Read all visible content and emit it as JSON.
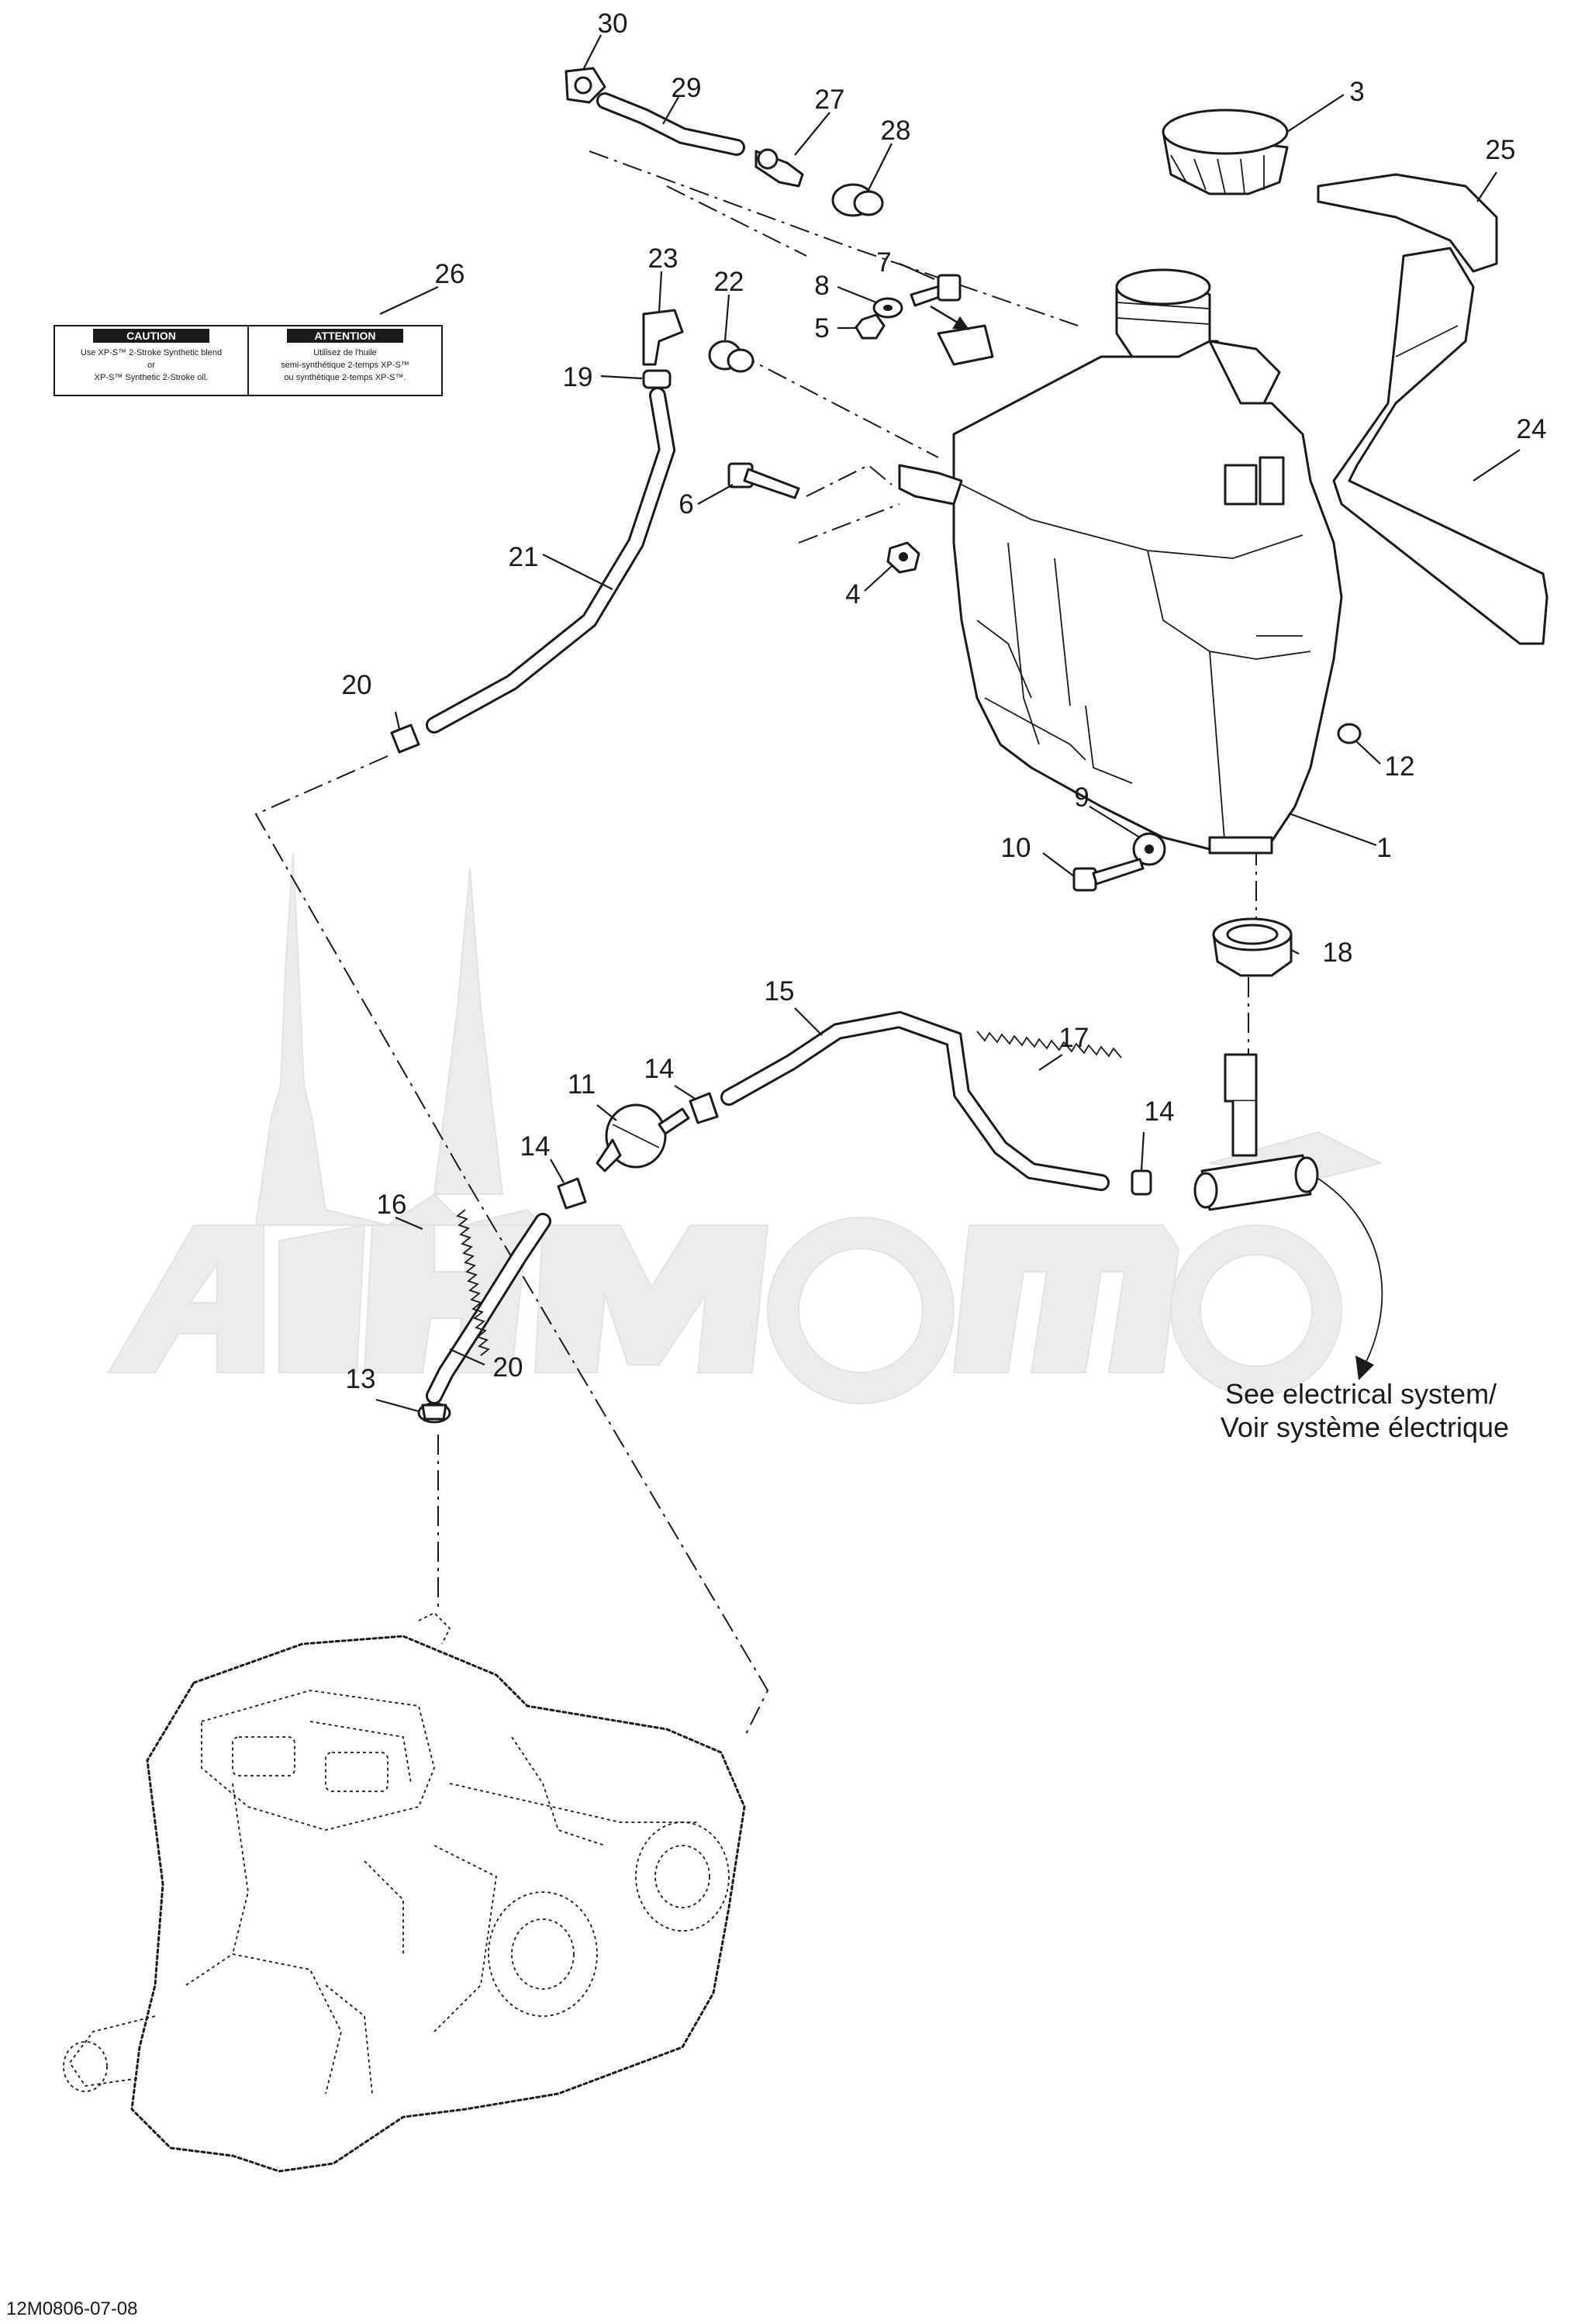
{
  "diagram": {
    "callouts": [
      {
        "id": "p1",
        "label": "1"
      },
      {
        "id": "p3",
        "label": "3"
      },
      {
        "id": "p4",
        "label": "4"
      },
      {
        "id": "p5",
        "label": "5"
      },
      {
        "id": "p6",
        "label": "6"
      },
      {
        "id": "p7",
        "label": "7"
      },
      {
        "id": "p8",
        "label": "8"
      },
      {
        "id": "p9",
        "label": "9"
      },
      {
        "id": "p10",
        "label": "10"
      },
      {
        "id": "p11",
        "label": "11"
      },
      {
        "id": "p12",
        "label": "12"
      },
      {
        "id": "p13",
        "label": "13"
      },
      {
        "id": "p14a",
        "label": "14"
      },
      {
        "id": "p14b",
        "label": "14"
      },
      {
        "id": "p14c",
        "label": "14"
      },
      {
        "id": "p15",
        "label": "15"
      },
      {
        "id": "p16",
        "label": "16"
      },
      {
        "id": "p17",
        "label": "17"
      },
      {
        "id": "p18",
        "label": "18"
      },
      {
        "id": "p19",
        "label": "19"
      },
      {
        "id": "p20a",
        "label": "20"
      },
      {
        "id": "p20b",
        "label": "20"
      },
      {
        "id": "p21",
        "label": "21"
      },
      {
        "id": "p22",
        "label": "22"
      },
      {
        "id": "p23",
        "label": "23"
      },
      {
        "id": "p24",
        "label": "24"
      },
      {
        "id": "p25",
        "label": "25"
      },
      {
        "id": "p26",
        "label": "26"
      },
      {
        "id": "p27",
        "label": "27"
      },
      {
        "id": "p28",
        "label": "28"
      },
      {
        "id": "p29",
        "label": "29"
      },
      {
        "id": "p30",
        "label": "30"
      }
    ],
    "note": {
      "line1": "See electrical system/",
      "line2": "Voir système électrique"
    },
    "decal": {
      "caution_title": "CAUTION",
      "caution_line1": "Use XP-S™ 2-Stroke Synthetic blend",
      "caution_line2": "or",
      "caution_line3": "XP-S™ Synthetic 2-Stroke oil.",
      "attention_title": "ATTENTION",
      "attention_line1": "Utilisez de l'huile",
      "attention_line2": "semi-synthétique 2-temps XP-S™",
      "attention_line3": "ou synthétique 2-temps XP-S™."
    },
    "drawing_code": "12M0806-07-08"
  },
  "colors": {
    "line": "#1a1a1a",
    "watermark": "#ececec",
    "background": "#ffffff"
  }
}
